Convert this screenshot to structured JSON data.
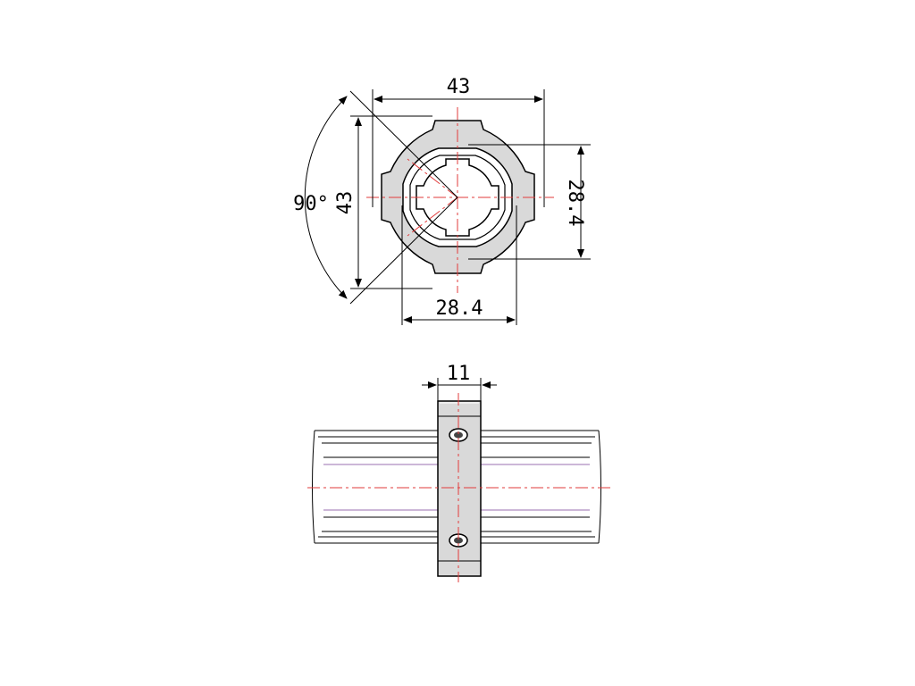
{
  "dimensions": {
    "front_width": "43",
    "front_height": "43",
    "inner_width": "28.4",
    "inner_height": "28.4",
    "angle": "90°",
    "side_thickness": "11"
  },
  "colors": {
    "part_fill": "#d9d9d9",
    "part_stroke": "#000000",
    "centerline": "#e23b3b",
    "profile_accent": "#9a6fb0"
  }
}
